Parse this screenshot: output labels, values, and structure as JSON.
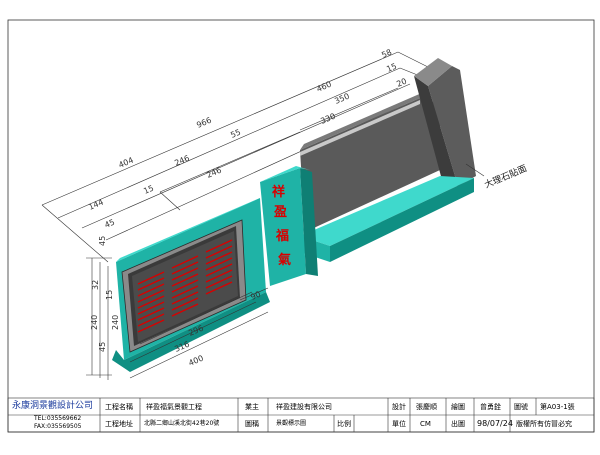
{
  "drawing": {
    "sign_text": [
      "祥",
      "盈",
      "福",
      "氣"
    ],
    "note_label": "大理石貼面",
    "top_dims": [
      "966",
      "460",
      "58",
      "350",
      "15",
      "330",
      "20",
      "246",
      "55",
      "404",
      "246",
      "144",
      "15",
      "45"
    ],
    "bottom_dims": [
      "90",
      "296",
      "316",
      "400"
    ],
    "left_dims": [
      "240",
      "45",
      "15",
      "240",
      "45",
      "32"
    ],
    "colors": {
      "teal": "#1fb3a6",
      "teal_dark": "#0f7f74",
      "teal_light": "#3fd9cc",
      "grey": "#5e5e5e",
      "grey_dark": "#3a3a3a",
      "grey_light": "#8a8a8a",
      "sign_red": "#d80000",
      "dim_line": "#333333"
    }
  },
  "title_block": {
    "company_name": "永康洞景觀設計公司",
    "company_tel": "TEL:035569662",
    "company_fax": "FAX:035569505",
    "project_name_label": "工程名稱",
    "project_name_value": "祥盈福氣景觀工程",
    "project_addr_label": "工程地址",
    "project_addr_value": "北縣二鄉山溪北街42巷20號",
    "client_label": "業主",
    "client_value": "祥盈建設有限公司",
    "drawing_name_label": "圖稱",
    "drawing_name_value": "景觀標示圖",
    "scale_label": "比例",
    "scale_value": "",
    "design_label": "設計",
    "design_value": "張慶順",
    "unit_label": "單位",
    "unit_value": "CM",
    "drawn_label": "繪圖",
    "drawn_value": "曾勇銓",
    "date_label": "出圖",
    "date_value": "98/07/24",
    "sheet_no_label": "圖號",
    "sheet_no_value": "第A03-1張",
    "copyright": "版權所有仿冒必究"
  }
}
